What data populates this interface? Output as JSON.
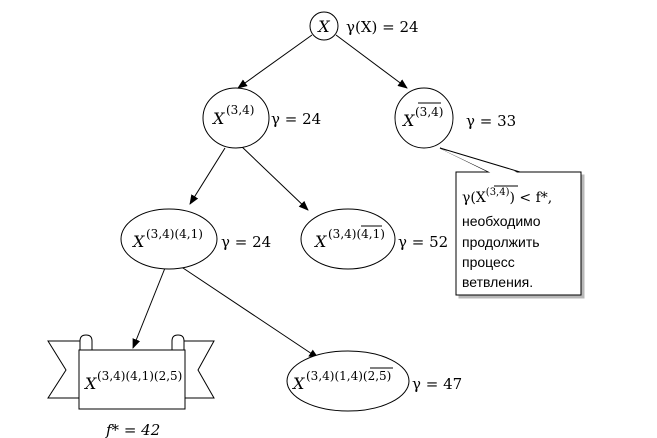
{
  "nodes": {
    "root": {
      "var": "X",
      "sup": "",
      "gamma": "γ(X) = 24"
    },
    "n34": {
      "var": "X",
      "sup": "(3,4)",
      "gamma": "γ = 24"
    },
    "n34bar": {
      "var": "X",
      "sup": "(3,4)",
      "gamma": "γ = 33"
    },
    "n3441": {
      "var": "X",
      "sup": "(3,4)(4,1)",
      "gamma": "γ = 24"
    },
    "n3441bar": {
      "var": "X",
      "sup_plain": "(3,4)",
      "sup_over": "(4,1)",
      "gamma": "γ = 52"
    },
    "leaf_final": {
      "var": "X",
      "sup": "(3,4)(4,1)(2,5)",
      "fstar": "f* = 42"
    },
    "leaf_right": {
      "var": "X",
      "sup_plain": "(3,4)(1,4)",
      "sup_over": "(2,5)",
      "gamma": "γ = 47"
    }
  },
  "callout": {
    "formula_left": "γ(X",
    "formula_sup": "(3,4)",
    "formula_right": ") < f*,",
    "lines": [
      "необходимо",
      "продолжить",
      "процесс",
      "ветвления."
    ]
  }
}
